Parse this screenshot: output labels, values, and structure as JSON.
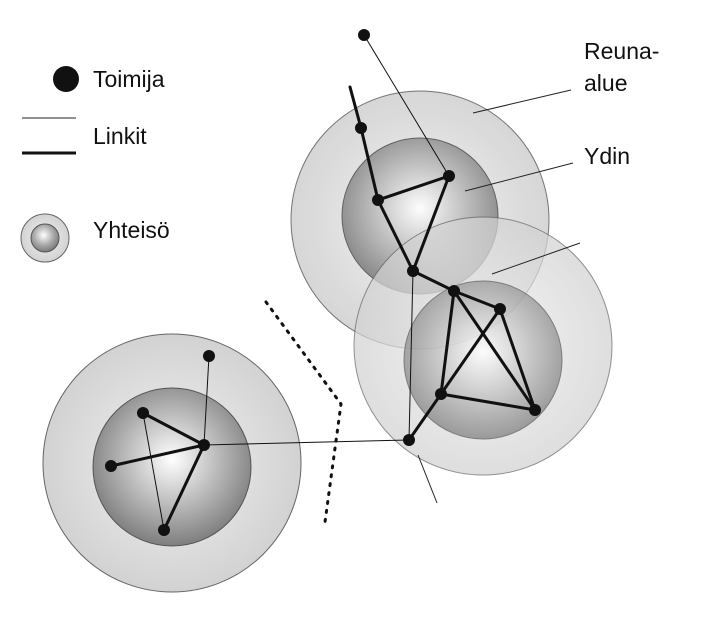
{
  "legend": {
    "actor_label": "Toimija",
    "links_label": "Linkit",
    "community_label": "Yhteisö"
  },
  "annotations": {
    "periphery_line1": "Reuna-",
    "periphery_line2": "alue",
    "core": "Ydin"
  },
  "colors": {
    "node": "#111111",
    "periphery_outer": "#dcdcdc",
    "core_inner": "#f2f2f2",
    "core_outer": "#8a8a8a",
    "outline": "#555555"
  }
}
